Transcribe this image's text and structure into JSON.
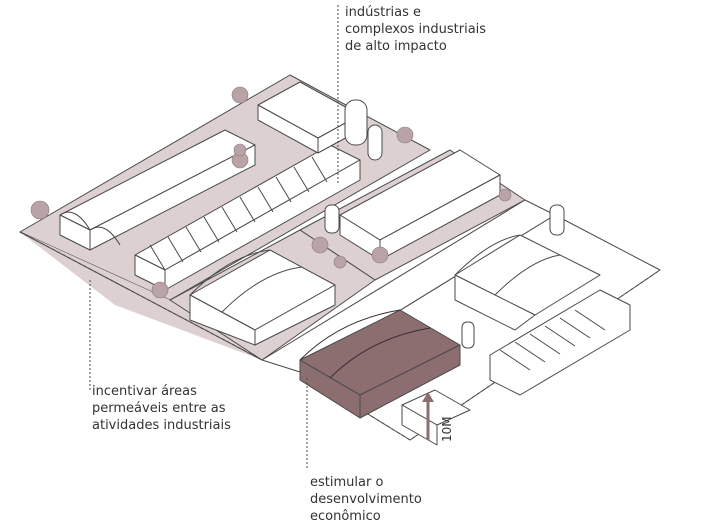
{
  "annotations": {
    "top": [
      "indústrias e",
      "complexos industriais",
      "de alto impacto"
    ],
    "left": [
      "incentivar áreas",
      "permeáveis entre as",
      "atividades industriais"
    ],
    "bottom": [
      "estimular o",
      "desenvolvimento",
      "econômico"
    ]
  },
  "scale_label": "10M",
  "colors": {
    "ground": "#ddd0d0",
    "road": "#ffffff",
    "line": "#4a4a4a",
    "highlight": "#8c6d70",
    "tree": "#b9a3a6"
  }
}
